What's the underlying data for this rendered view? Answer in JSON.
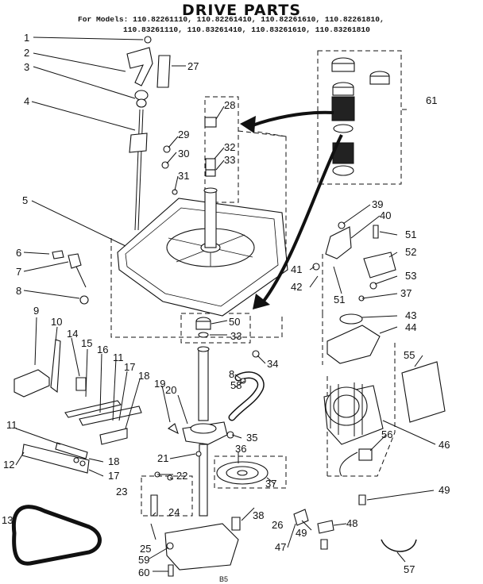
{
  "diagram": {
    "title": "DRIVE PARTS",
    "models_line1": "For Models: 110.82261110, 110.82261410, 110.82261610, 110.82261810,",
    "models_line2": "110.83261110, 110.83261410, 110.83261610, 110.83261810",
    "page_code": "B5",
    "callouts": [
      "1",
      "2",
      "3",
      "4",
      "5",
      "6",
      "7",
      "8",
      "9",
      "10",
      "11",
      "11",
      "12",
      "13",
      "14",
      "15",
      "16",
      "17",
      "17",
      "18",
      "18",
      "19",
      "20",
      "21",
      "22",
      "23",
      "24",
      "25",
      "26",
      "27",
      "28",
      "29",
      "30",
      "31",
      "32",
      "33",
      "33",
      "34",
      "35",
      "36",
      "37",
      "37",
      "38",
      "39",
      "40",
      "41",
      "42",
      "43",
      "44",
      "46",
      "47",
      "48",
      "49",
      "49",
      "50",
      "51",
      "51",
      "52",
      "53",
      "55",
      "56",
      "57",
      "58",
      "59",
      "60",
      "61",
      "8"
    ]
  }
}
